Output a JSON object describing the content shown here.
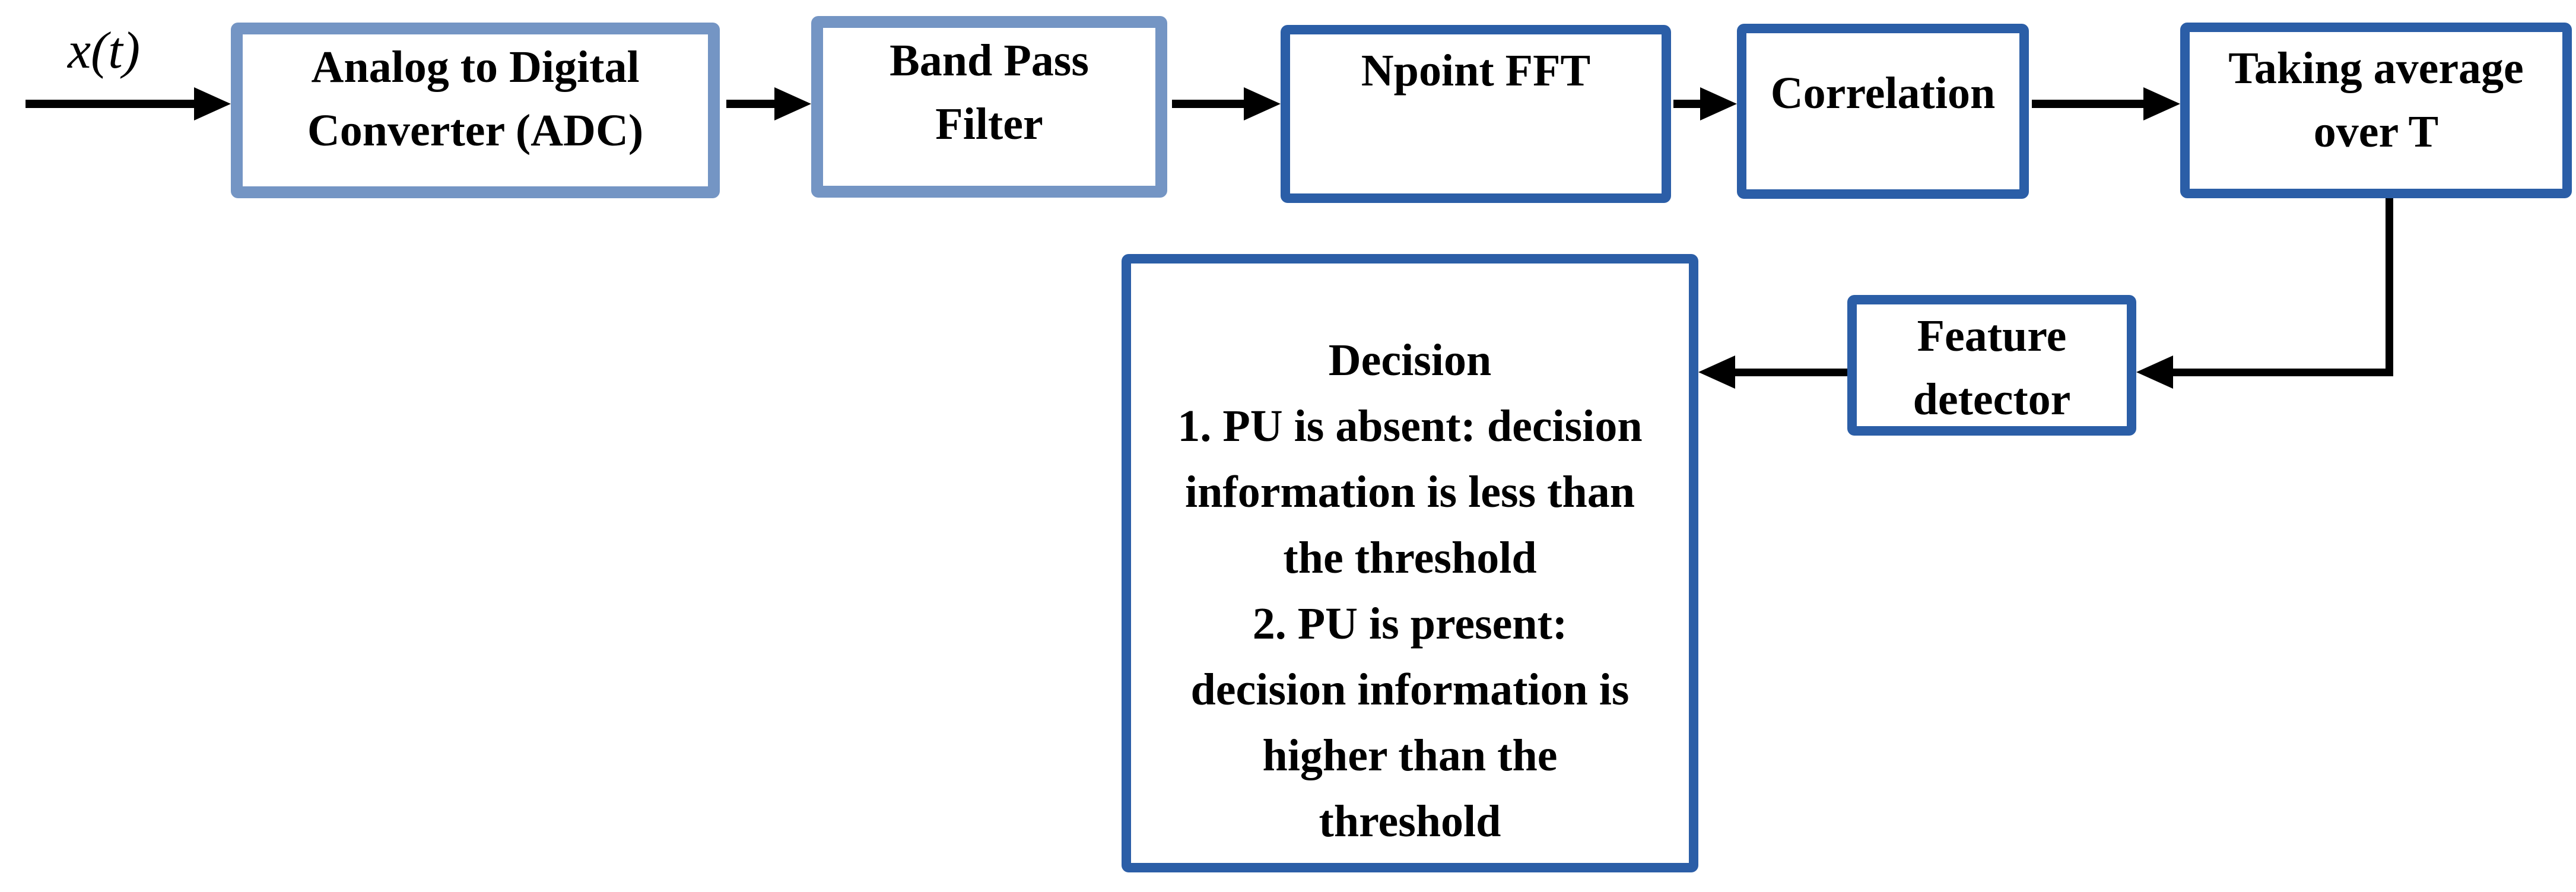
{
  "diagram": {
    "title_hint": "Cyclostationary feature detection block diagram",
    "input_label": "x(t)",
    "blocks": {
      "adc": {
        "label": "Analog to Digital\nConverter (ADC)",
        "border": "light"
      },
      "bpf": {
        "label": "Band Pass\nFilter",
        "border": "light"
      },
      "fft": {
        "label": "Npoint FFT",
        "border": "dark"
      },
      "corr": {
        "label": "Correlation",
        "border": "dark"
      },
      "avg": {
        "label": "Taking average\nover T",
        "border": "dark"
      },
      "feature": {
        "label": "Feature\ndetector",
        "border": "dark"
      },
      "decision": {
        "label": "Decision\n1. PU is absent: decision\ninformation is less than\nthe threshold\n2. PU is present:\ndecision information is\nhigher than the\nthreshold",
        "border": "dark"
      }
    },
    "edges": [
      {
        "from": "input x(t)",
        "to": "adc"
      },
      {
        "from": "adc",
        "to": "bpf"
      },
      {
        "from": "bpf",
        "to": "fft"
      },
      {
        "from": "fft",
        "to": "corr"
      },
      {
        "from": "corr",
        "to": "avg"
      },
      {
        "from": "avg",
        "to": "feature"
      },
      {
        "from": "feature",
        "to": "decision"
      }
    ]
  },
  "colors": {
    "light_border": "#7495C4",
    "dark_border": "#2B5EA7",
    "arrow": "#000000",
    "text": "#000000",
    "background": "#FFFFFF"
  }
}
